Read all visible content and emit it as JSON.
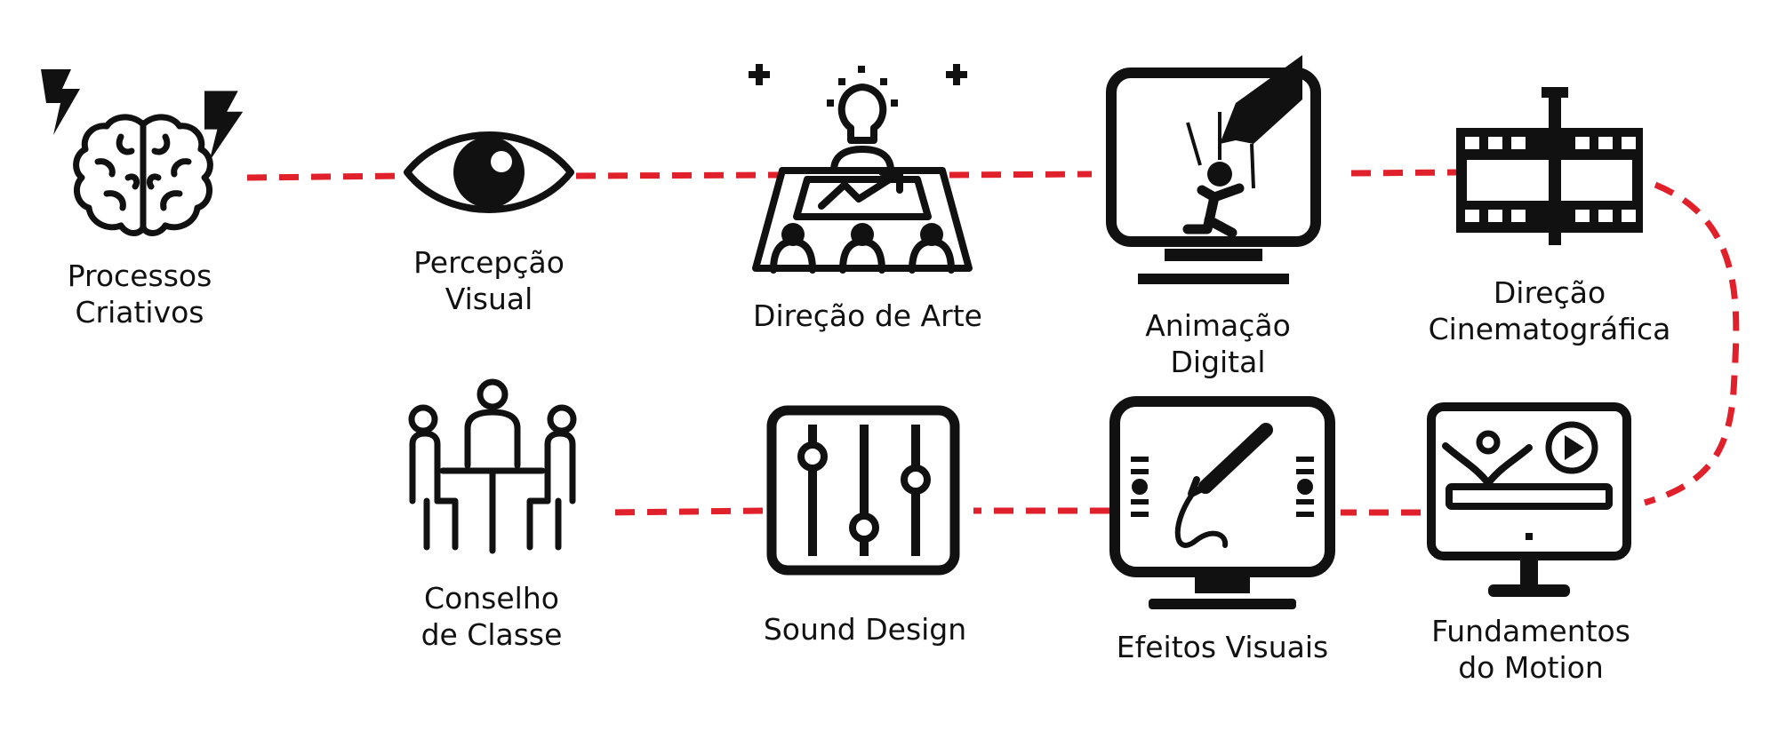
{
  "colors": {
    "ink": "#111111",
    "connector": "#e0202a",
    "background": "#ffffff"
  },
  "steps": [
    {
      "id": "processos-criativos",
      "icon": "brain-icon",
      "label_lines": [
        "Processos",
        "Criativos"
      ]
    },
    {
      "id": "percepcao-visual",
      "icon": "eye-icon",
      "label_lines": [
        "Percepção",
        "Visual"
      ]
    },
    {
      "id": "direcao-de-arte",
      "icon": "meeting-presentation-icon",
      "label_lines": [
        "Direção de Arte"
      ]
    },
    {
      "id": "animacao-digital",
      "icon": "puppet-monitor-icon",
      "label_lines": [
        "Animação",
        "Digital"
      ]
    },
    {
      "id": "direcao-cinematografica",
      "icon": "film-strip-icon",
      "label_lines": [
        "Direção",
        "Cinematográfica"
      ]
    },
    {
      "id": "fundamentos-do-motion",
      "icon": "motion-monitor-icon",
      "label_lines": [
        "Fundamentos",
        "do Motion"
      ]
    },
    {
      "id": "efeitos-visuais",
      "icon": "pen-tablet-monitor-icon",
      "label_lines": [
        "Efeitos Visuais"
      ]
    },
    {
      "id": "sound-design",
      "icon": "mixer-sliders-icon",
      "label_lines": [
        "Sound Design"
      ]
    },
    {
      "id": "conselho-de-classe",
      "icon": "council-table-icon",
      "label_lines": [
        "Conselho",
        "de Classe"
      ]
    }
  ]
}
